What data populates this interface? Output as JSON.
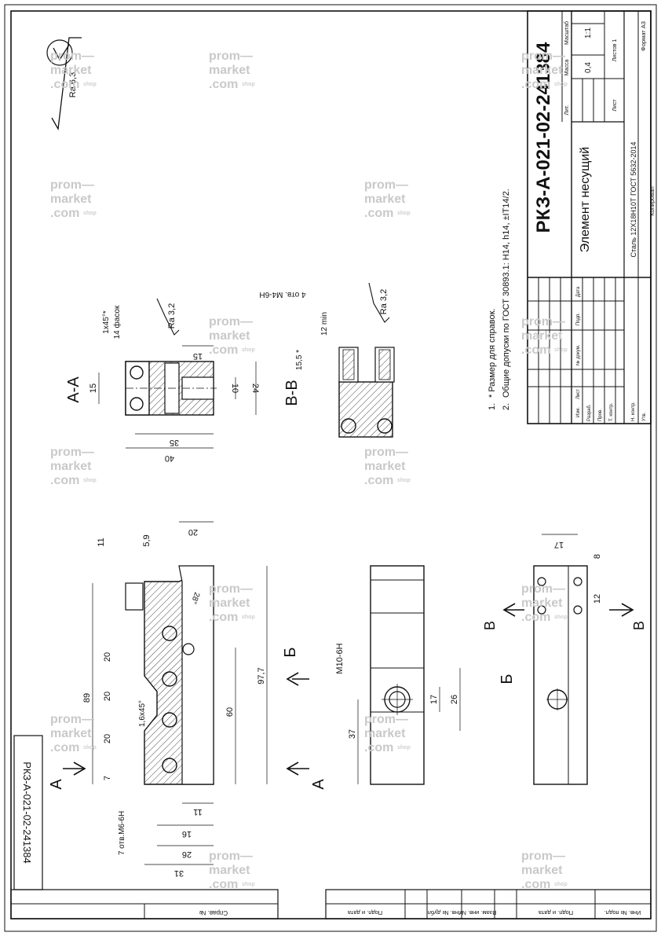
{
  "drawing": {
    "code": "РКЗ-А-021-02-241384",
    "code_side": "РКЗ-А-021-02-241384",
    "part_name": "Элемент несущий",
    "material": "Сталь 12Х18Н10Т ГОСТ 5632-2014",
    "format": "Формат А3",
    "copied": "Копировал"
  },
  "title_block": {
    "lit": "Лит.",
    "mass_label": "Масса",
    "scale_label": "Масштаб",
    "mass": "0,4",
    "scale": "1:1",
    "sheet": "Лист",
    "sheets": "Листов 1",
    "rows": [
      "Изм.",
      "Лист",
      "№ докум.",
      "Подп.",
      "Дата"
    ],
    "roles": [
      "Разраб.",
      "Пров.",
      "Т. контр.",
      "Н. контр.",
      "Утв."
    ]
  },
  "notes": {
    "n1_num": "1.",
    "n1": "* Размер для справок.",
    "n2_num": "2.",
    "n2": "Общие допуски по ГОСТ 30893.1: H14, h14, ±IT14/2."
  },
  "roughness": {
    "general": "Ra 6,3",
    "aa": "Ra 3,2",
    "bb": "Ra 3,2"
  },
  "sections": {
    "aa": "А-А",
    "bb": "В-В",
    "view_b": "Б",
    "a": "А",
    "v": "В"
  },
  "dims": {
    "main": {
      "d11": "11",
      "d5_9": "5,9",
      "d20": "20",
      "d28": "28°",
      "d20a": "20",
      "d20b": "20",
      "d20c": "20",
      "d7": "7",
      "d89": "89",
      "d60": "60",
      "d97_7": "97,7",
      "d11b": "11",
      "d16": "16",
      "d26": "26",
      "d31": "31",
      "chamfer": "1,6x45°",
      "holes": "7 отв.M6-6H"
    },
    "aa": {
      "d15": "15",
      "d40": "40",
      "d35": "35",
      "d10": "10",
      "d24": "24",
      "d15b": "15",
      "chamfer1": "1x45°*",
      "chamfer2": "14 фасок"
    },
    "bb": {
      "d15_5": "15,5 *",
      "min": "12 min",
      "holes": "4 отв. M4-6H"
    },
    "front": {
      "thread": "M10-6H",
      "d37": "37",
      "d17": "17",
      "d26": "26"
    },
    "bottom": {
      "d17": "17",
      "d8": "8",
      "d12": "12"
    }
  },
  "stamp_cols": {
    "inv": "Инв. № подл.",
    "sign_date": "Подп. и дата",
    "vzam": "Взам. инв. №",
    "dubl": "Инв. № дубл.",
    "sign_date2": "Подп. и дата",
    "sprav": "Справ. №"
  },
  "watermark": {
    "line1": "prom—",
    "line2": "market",
    "line3": ".com",
    "shop": "shop"
  }
}
